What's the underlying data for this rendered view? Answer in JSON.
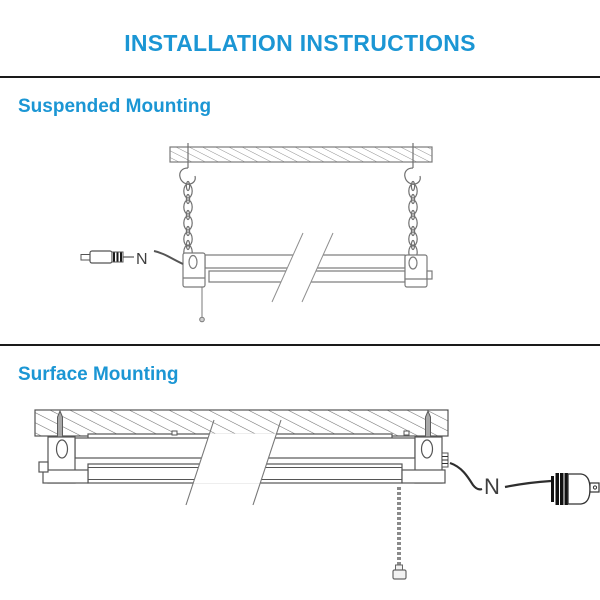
{
  "title": "INSTALLATION INSTRUCTIONS",
  "colors": {
    "accent": "#1b96d4",
    "divider": "#1a1a1a"
  },
  "suspended_section": {
    "heading": "Suspended Mounting",
    "wire_label": "N"
  },
  "surface_section": {
    "heading": "Surface Mounting",
    "wire_label": "N"
  }
}
